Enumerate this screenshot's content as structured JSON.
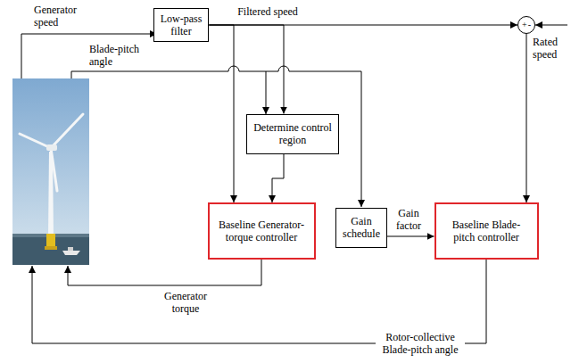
{
  "diagram": {
    "nodes": [
      {
        "text": [
          "Low-pass filter"
        ]
      },
      {
        "text": [
          "+",
          "-"
        ]
      },
      {
        "text": [
          "Determine control region"
        ]
      },
      {
        "text": [
          "Baseline Generator-torque controller"
        ]
      },
      {
        "text": [
          "Gain schedule"
        ]
      },
      {
        "text": [
          "Baseline Blade-pitch controller"
        ]
      }
    ],
    "edges": [
      {
        "from": 0,
        "to": 1,
        "arrow": "to",
        "label": "Filtered speed"
      },
      {
        "from": 0,
        "to": 2,
        "arrow": "to"
      },
      {
        "from": 0,
        "to": 3,
        "arrow": "to"
      },
      {
        "from": 2,
        "to": 3,
        "arrow": "to"
      },
      {
        "from": 1,
        "to": 5,
        "arrow": "to"
      },
      {
        "from": 4,
        "to": 5,
        "arrow": "to",
        "label": "Gain factor"
      }
    ],
    "labels": [
      "Generator speed",
      "Blade-pitch angle",
      "Rated speed",
      "Generator torque",
      "Rotor-collective Blade-pitch angle"
    ]
  }
}
